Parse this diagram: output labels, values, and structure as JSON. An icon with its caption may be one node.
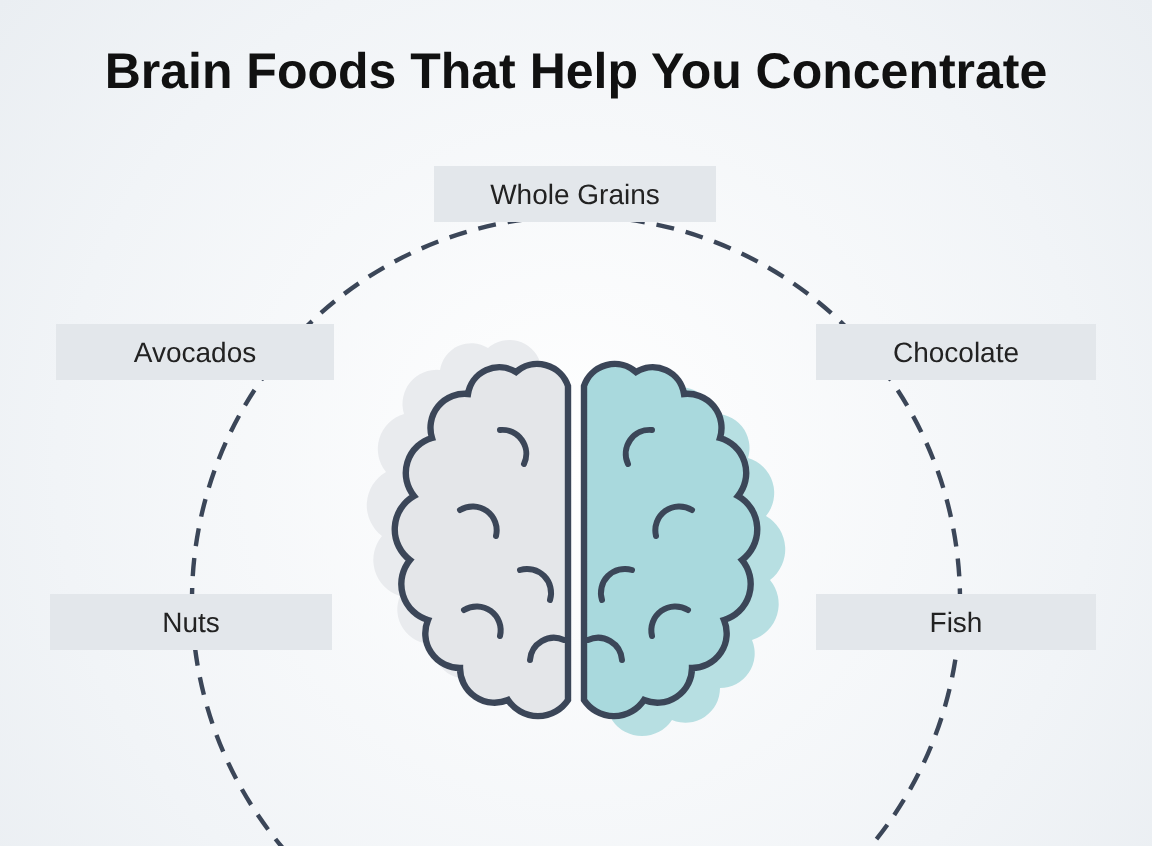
{
  "diagram": {
    "title": "Brain Foods That Help You Concentrate",
    "nodes": [
      {
        "text": [
          "Whole Grains"
        ]
      },
      {
        "text": [
          "Avocados"
        ]
      },
      {
        "text": [
          "Chocolate"
        ]
      },
      {
        "text": [
          "Nuts"
        ]
      },
      {
        "text": [
          "Fish"
        ]
      }
    ]
  }
}
